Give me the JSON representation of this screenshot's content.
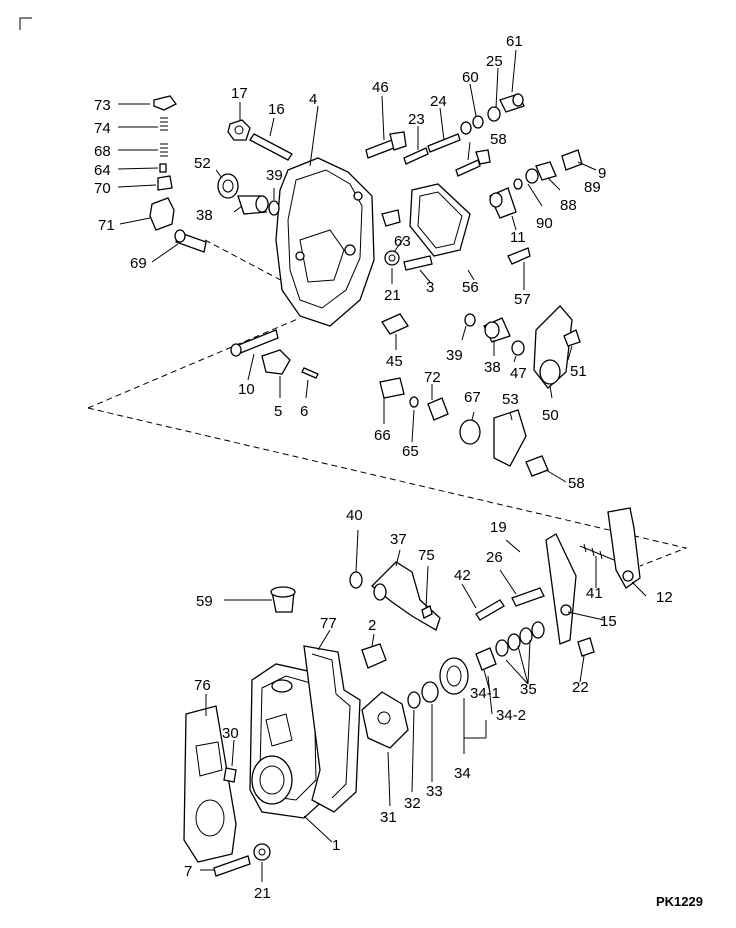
{
  "drawing_code": "PK1229",
  "labels": {
    "p73": "73",
    "p74": "74",
    "p68": "68",
    "p64": "64",
    "p70": "70",
    "p71": "71",
    "p69": "69",
    "p17": "17",
    "p16": "16",
    "p4": "4",
    "p52": "52",
    "p39a": "39",
    "p38a": "38",
    "p46": "46",
    "p23": "23",
    "p24": "24",
    "p60": "60",
    "p25": "25",
    "p61": "61",
    "p58a": "58",
    "p9": "9",
    "p89": "89",
    "p88": "88",
    "p90": "90",
    "p11": "11",
    "p63": "63",
    "p21a": "21",
    "p3": "3",
    "p56": "56",
    "p57": "57",
    "p10": "10",
    "p5": "5",
    "p6": "6",
    "p45": "45",
    "p39b": "39",
    "p38b": "38",
    "p47": "47",
    "p51": "51",
    "p50": "50",
    "p72": "72",
    "p66": "66",
    "p65": "65",
    "p67": "67",
    "p53": "53",
    "p58b": "58",
    "p40": "40",
    "p37": "37",
    "p75": "75",
    "p19": "19",
    "p26": "26",
    "p42": "42",
    "p41": "41",
    "p12": "12",
    "p15": "15",
    "p59": "59",
    "p77": "77",
    "p2": "2",
    "p22": "22",
    "p35": "35",
    "p34_1": "34-1",
    "p34_2": "34-2",
    "p34": "34",
    "p76": "76",
    "p30": "30",
    "p31": "31",
    "p32": "32",
    "p33": "33",
    "p1": "1",
    "p7": "7",
    "p21b": "21"
  }
}
